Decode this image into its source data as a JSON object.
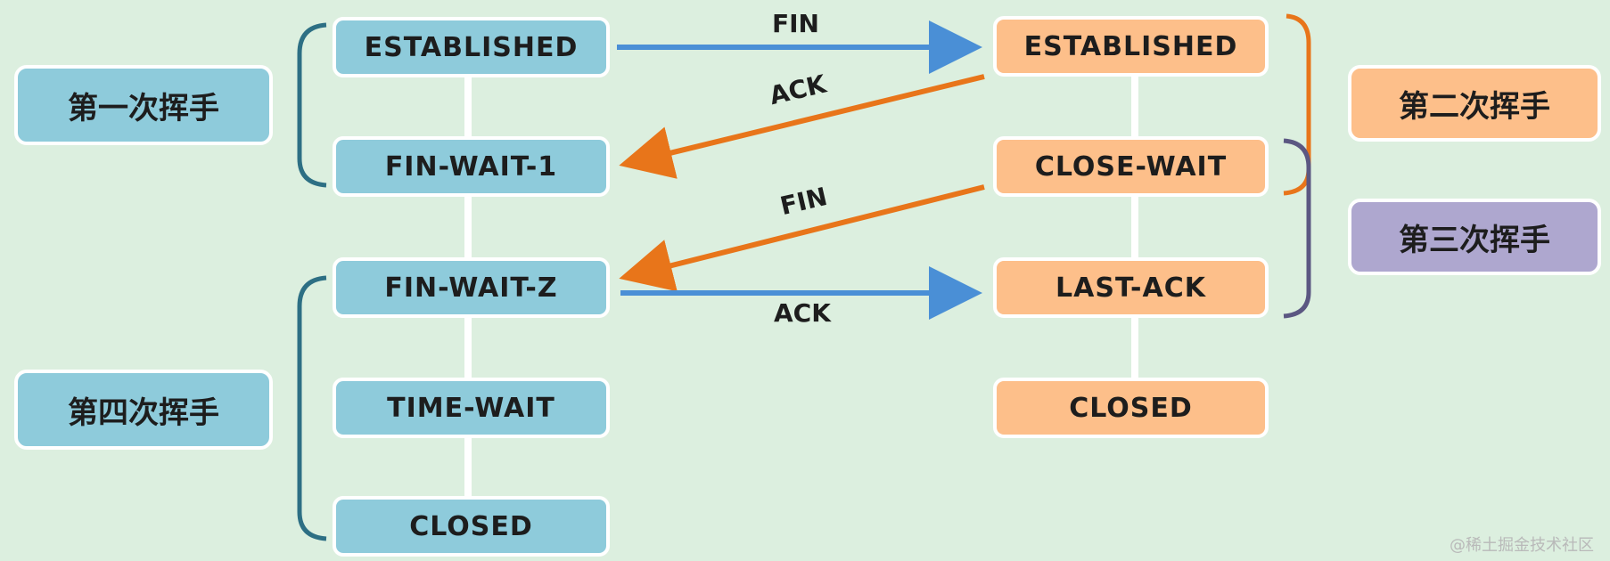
{
  "client": {
    "states": [
      "ESTABLISHED",
      "FIN-WAIT-1",
      "FIN-WAIT-Z",
      "TIME-WAIT",
      "CLOSED"
    ],
    "color": "#8ecbdb"
  },
  "server": {
    "states": [
      "ESTABLISHED",
      "CLOSE-WAIT",
      "LAST-ACK",
      "CLOSED"
    ],
    "color": "#fdbf8a"
  },
  "handshakes": {
    "first": "第一次挥手",
    "second": "第二次挥手",
    "third": "第三次挥手",
    "fourth": "第四次挥手"
  },
  "messages": {
    "fin1": "FIN",
    "ack1": "ACK",
    "fin2": "FIN",
    "ack2": "ACK"
  },
  "colors": {
    "background": "#dcefdf",
    "blue_arrow": "#4a8fd6",
    "orange_arrow": "#e8751a",
    "teal_bracket": "#2d6f84",
    "orange_bracket": "#e8751a",
    "purple_bracket": "#5b5782",
    "purple_label": "#aea7cf"
  },
  "watermark": "@稀土掘金技术社区"
}
